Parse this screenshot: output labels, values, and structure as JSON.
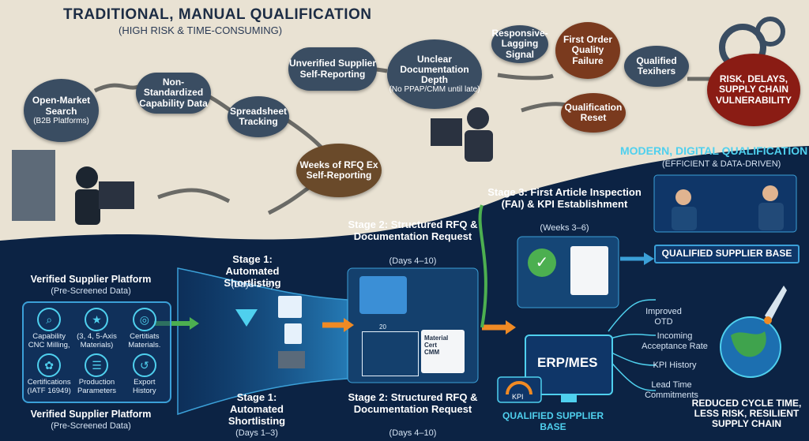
{
  "manual": {
    "title": "TRADITIONAL, MANUAL QUALIFICATION",
    "subtitle": "(HIGH RISK & TIME-CONSUMING)",
    "open_market": {
      "title": "Open-Market Search",
      "sub": "(B2B Platforms)"
    },
    "non_standard": "Non-Standardized Capability Data",
    "unverified": "Unverified Supplier Self-Reporting",
    "spreadsheet": "Spreadsheet Tracking",
    "weeks_rfq": "Weeks of RFQ Ex Self-Reporting",
    "unclear": {
      "title": "Unclear Documentation Depth",
      "sub": "(No PPAP/CMM until late)"
    },
    "responsive": "Responsive-Lagging Signal",
    "first_order": "First Order Quality Failure",
    "qualified_texihers": "Qualified Texihers",
    "qual_reset": "Qualification Reset",
    "risk": "RISK, DELAYS, SUPPLY CHAIN VULNERABILITY"
  },
  "modern": {
    "title": "MODERN, DIGITAL QUALIFICATION",
    "subtitle": "(EFFICIENT & DATA-DRIVEN)",
    "platform_top": {
      "title": "Verified Supplier Platform",
      "sub": "(Pre-Screened Data)"
    },
    "platform_bottom": {
      "title": "Verified Supplier Platform",
      "sub": "(Pre-Screened Data)"
    },
    "platform_icons": [
      {
        "icon": "search-doc-icon",
        "label": "Capability CNC Milling,"
      },
      {
        "icon": "badge-icon",
        "label": "(3, 4, 5-Axis Materials)"
      },
      {
        "icon": "globe-icon",
        "label": "Certitiats Materials."
      },
      {
        "icon": "certificate-icon",
        "label": "Certifications (IATF 16949)"
      },
      {
        "icon": "list-icon",
        "label": "Production Parameters"
      },
      {
        "icon": "history-icon",
        "label": "Export History"
      }
    ],
    "stage1_top": {
      "title": "Stage 1: Automated Shortlisting",
      "sub": "(Days 1–3)"
    },
    "stage1_bottom": {
      "title": "Stage 1: Automated Shortlisting",
      "sub": "(Days 1–3)"
    },
    "stage2_top": {
      "title": "Stage 2: Structured RFQ & Documentation Request",
      "sub": "(Days 4–10)"
    },
    "stage2_bottom": {
      "title": "Stage 2: Structured RFQ & Documentation Request",
      "sub": "(Days 4–10)"
    },
    "stage3": {
      "title": "Stage 3: First Article Inspection (FAI) & KPI Establishment",
      "sub": "(Weeks 3–6)"
    },
    "drawing_label": "20",
    "doc_lines": [
      "Material Cert",
      "CMM"
    ],
    "kpi_label": "KPI",
    "erp": "ERP/MES",
    "qualified_base_top": "QUALIFIED SUPPLIER BASE",
    "qualified_base_bottom": "QUALIFIED SUPPLIER BASE",
    "outcomes": [
      "Improved OTD",
      "Incoming Acceptance Rate",
      "KPI History",
      "Lead Time Commitments"
    ],
    "result": "REDUCED CYCLE TIME, LESS RISK, RESILIENT SUPPLY CHAIN"
  },
  "colors": {
    "beige": "#e9e2d3",
    "navy": "#0c2344",
    "cyan": "#4fd0ee",
    "orange": "#f08a24",
    "green": "#4caf50"
  }
}
